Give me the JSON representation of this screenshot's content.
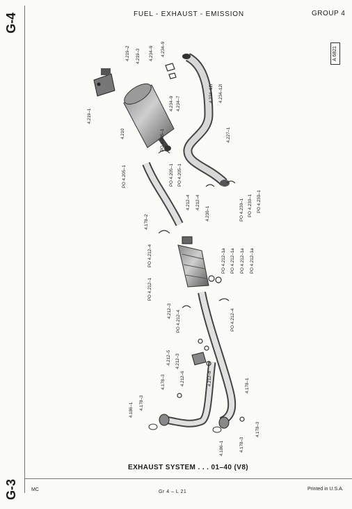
{
  "side_tabs": {
    "top": "G-4",
    "bottom": "G-3"
  },
  "header": {
    "title": "FUEL - EXHAUST - EMISSION",
    "group": "GROUP 4",
    "ref_code": "A 6821"
  },
  "caption": "EXHAUST SYSTEM . . . 01–40 (V8)",
  "footer": {
    "left": "MC",
    "center": "Gr 4 – L 21",
    "right": "Printed in U.S.A."
  },
  "part_labels": [
    "4.219–2",
    "4.219–3",
    "4.234–9",
    "4.234–9",
    "4.219–1",
    "4.210",
    "4.234–9",
    "4.234–7",
    "4.234–12r",
    "4.234–12l",
    "4.227–1",
    "PO 4.205–1",
    "PO 4.205–1",
    "PO 4.205–1",
    "PO 4.205–1",
    "4.178–2",
    "4.212–4",
    "4.212–4",
    "4.230–1",
    "PO 4.230–1",
    "PO 4.230–1",
    "PO 4.230–1",
    "PO 4.212–1a",
    "PO 4.212–1a",
    "PO 4.212–1a",
    "PO 4.212–1a",
    "PO 4.212–4",
    "PO 4.212–1",
    "4.212–3",
    "PO 4.212–4",
    "PO 4.212–4",
    "4.212–5",
    "4.212–3",
    "4.212–6",
    "4.212–8",
    "4.178–3",
    "4.178–3",
    "4.178–1",
    "4.186–1",
    "4.186–1",
    "4.178–3",
    "4.178–3"
  ]
}
